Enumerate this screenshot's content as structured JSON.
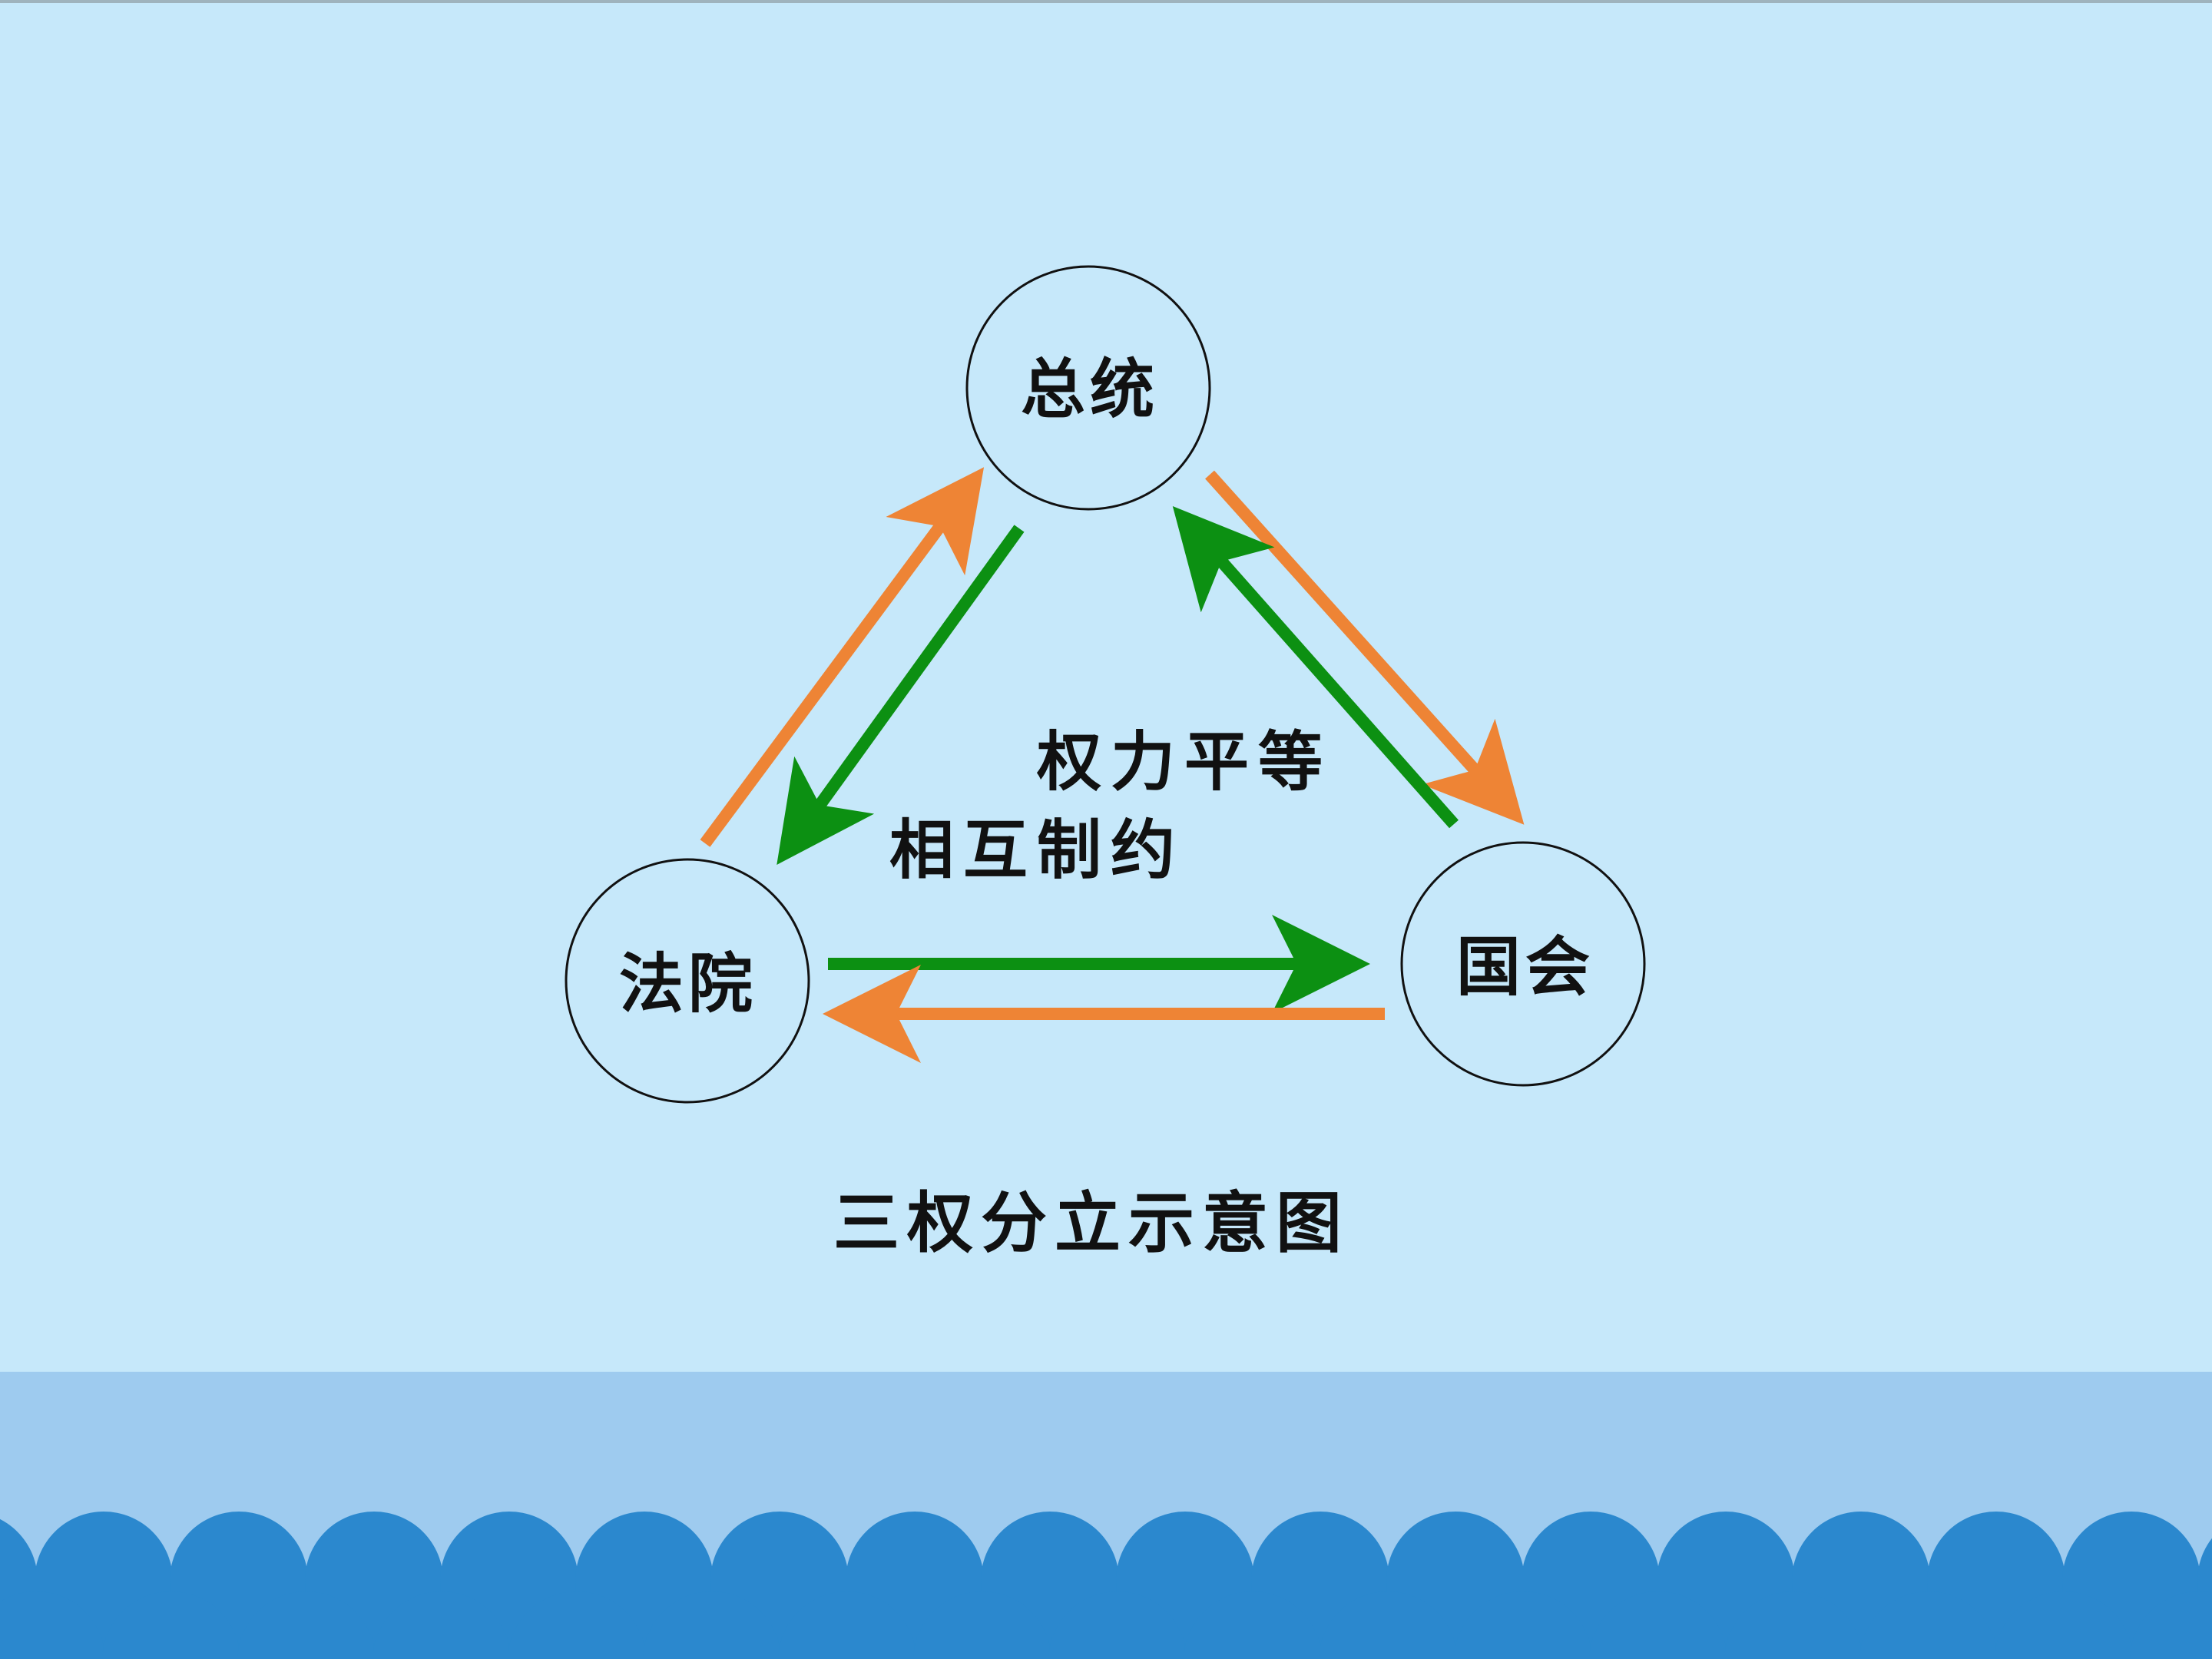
{
  "diagram": {
    "nodes": {
      "president": "总统",
      "court": "法院",
      "congress": "国会"
    },
    "notes": {
      "equal_power": "权力平等",
      "checks": "相互制约"
    },
    "caption": "三权分立示意图"
  },
  "colors": {
    "background": "#c6e8fa",
    "footer_band": "#9ecbef",
    "scallop": "#2b88ce",
    "orange_arrow": "#ee8435",
    "green_arrow": "#0c9012",
    "node_stroke": "#111111"
  }
}
